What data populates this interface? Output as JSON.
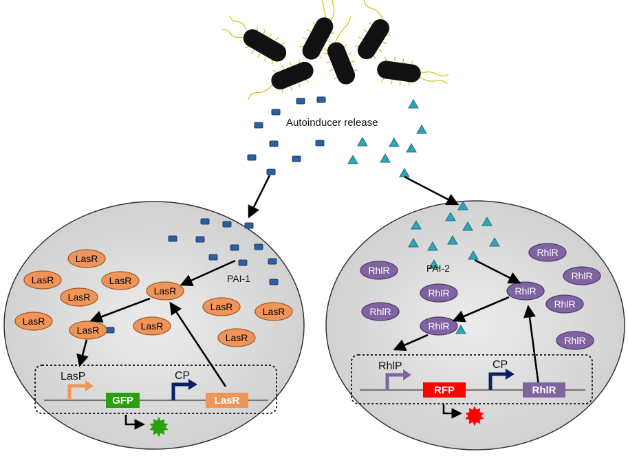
{
  "top": {
    "release_label": "Autoinducer release"
  },
  "left_cell": {
    "signal_label": "PAI-1",
    "protein_label": "LasR",
    "promoter_label": "LasP",
    "cp_label": "CP",
    "reporter_gene": "GFP",
    "regulator_gene": "LasR"
  },
  "right_cell": {
    "signal_label": "PAI-2",
    "protein_label": "RhlR",
    "promoter_label": "RhlP",
    "cp_label": "CP",
    "reporter_gene": "RFP",
    "regulator_gene": "RhlR"
  },
  "colors": {
    "lasr": "#f0955a",
    "rhlr": "#8064a2",
    "gfp": "#2aa00f",
    "rfp": "#ff0000",
    "square_signal": "#2e5ea0",
    "triangle_signal": "#31a3b8",
    "cp_promoter": "#0a2066"
  },
  "icons": {
    "bacteria": "rod-bacterium-icon",
    "square_signal": "square-autoinducer-icon",
    "triangle_signal": "triangle-autoinducer-icon",
    "gfp_output": "green-star-burst-icon",
    "rfp_output": "red-star-burst-icon"
  }
}
